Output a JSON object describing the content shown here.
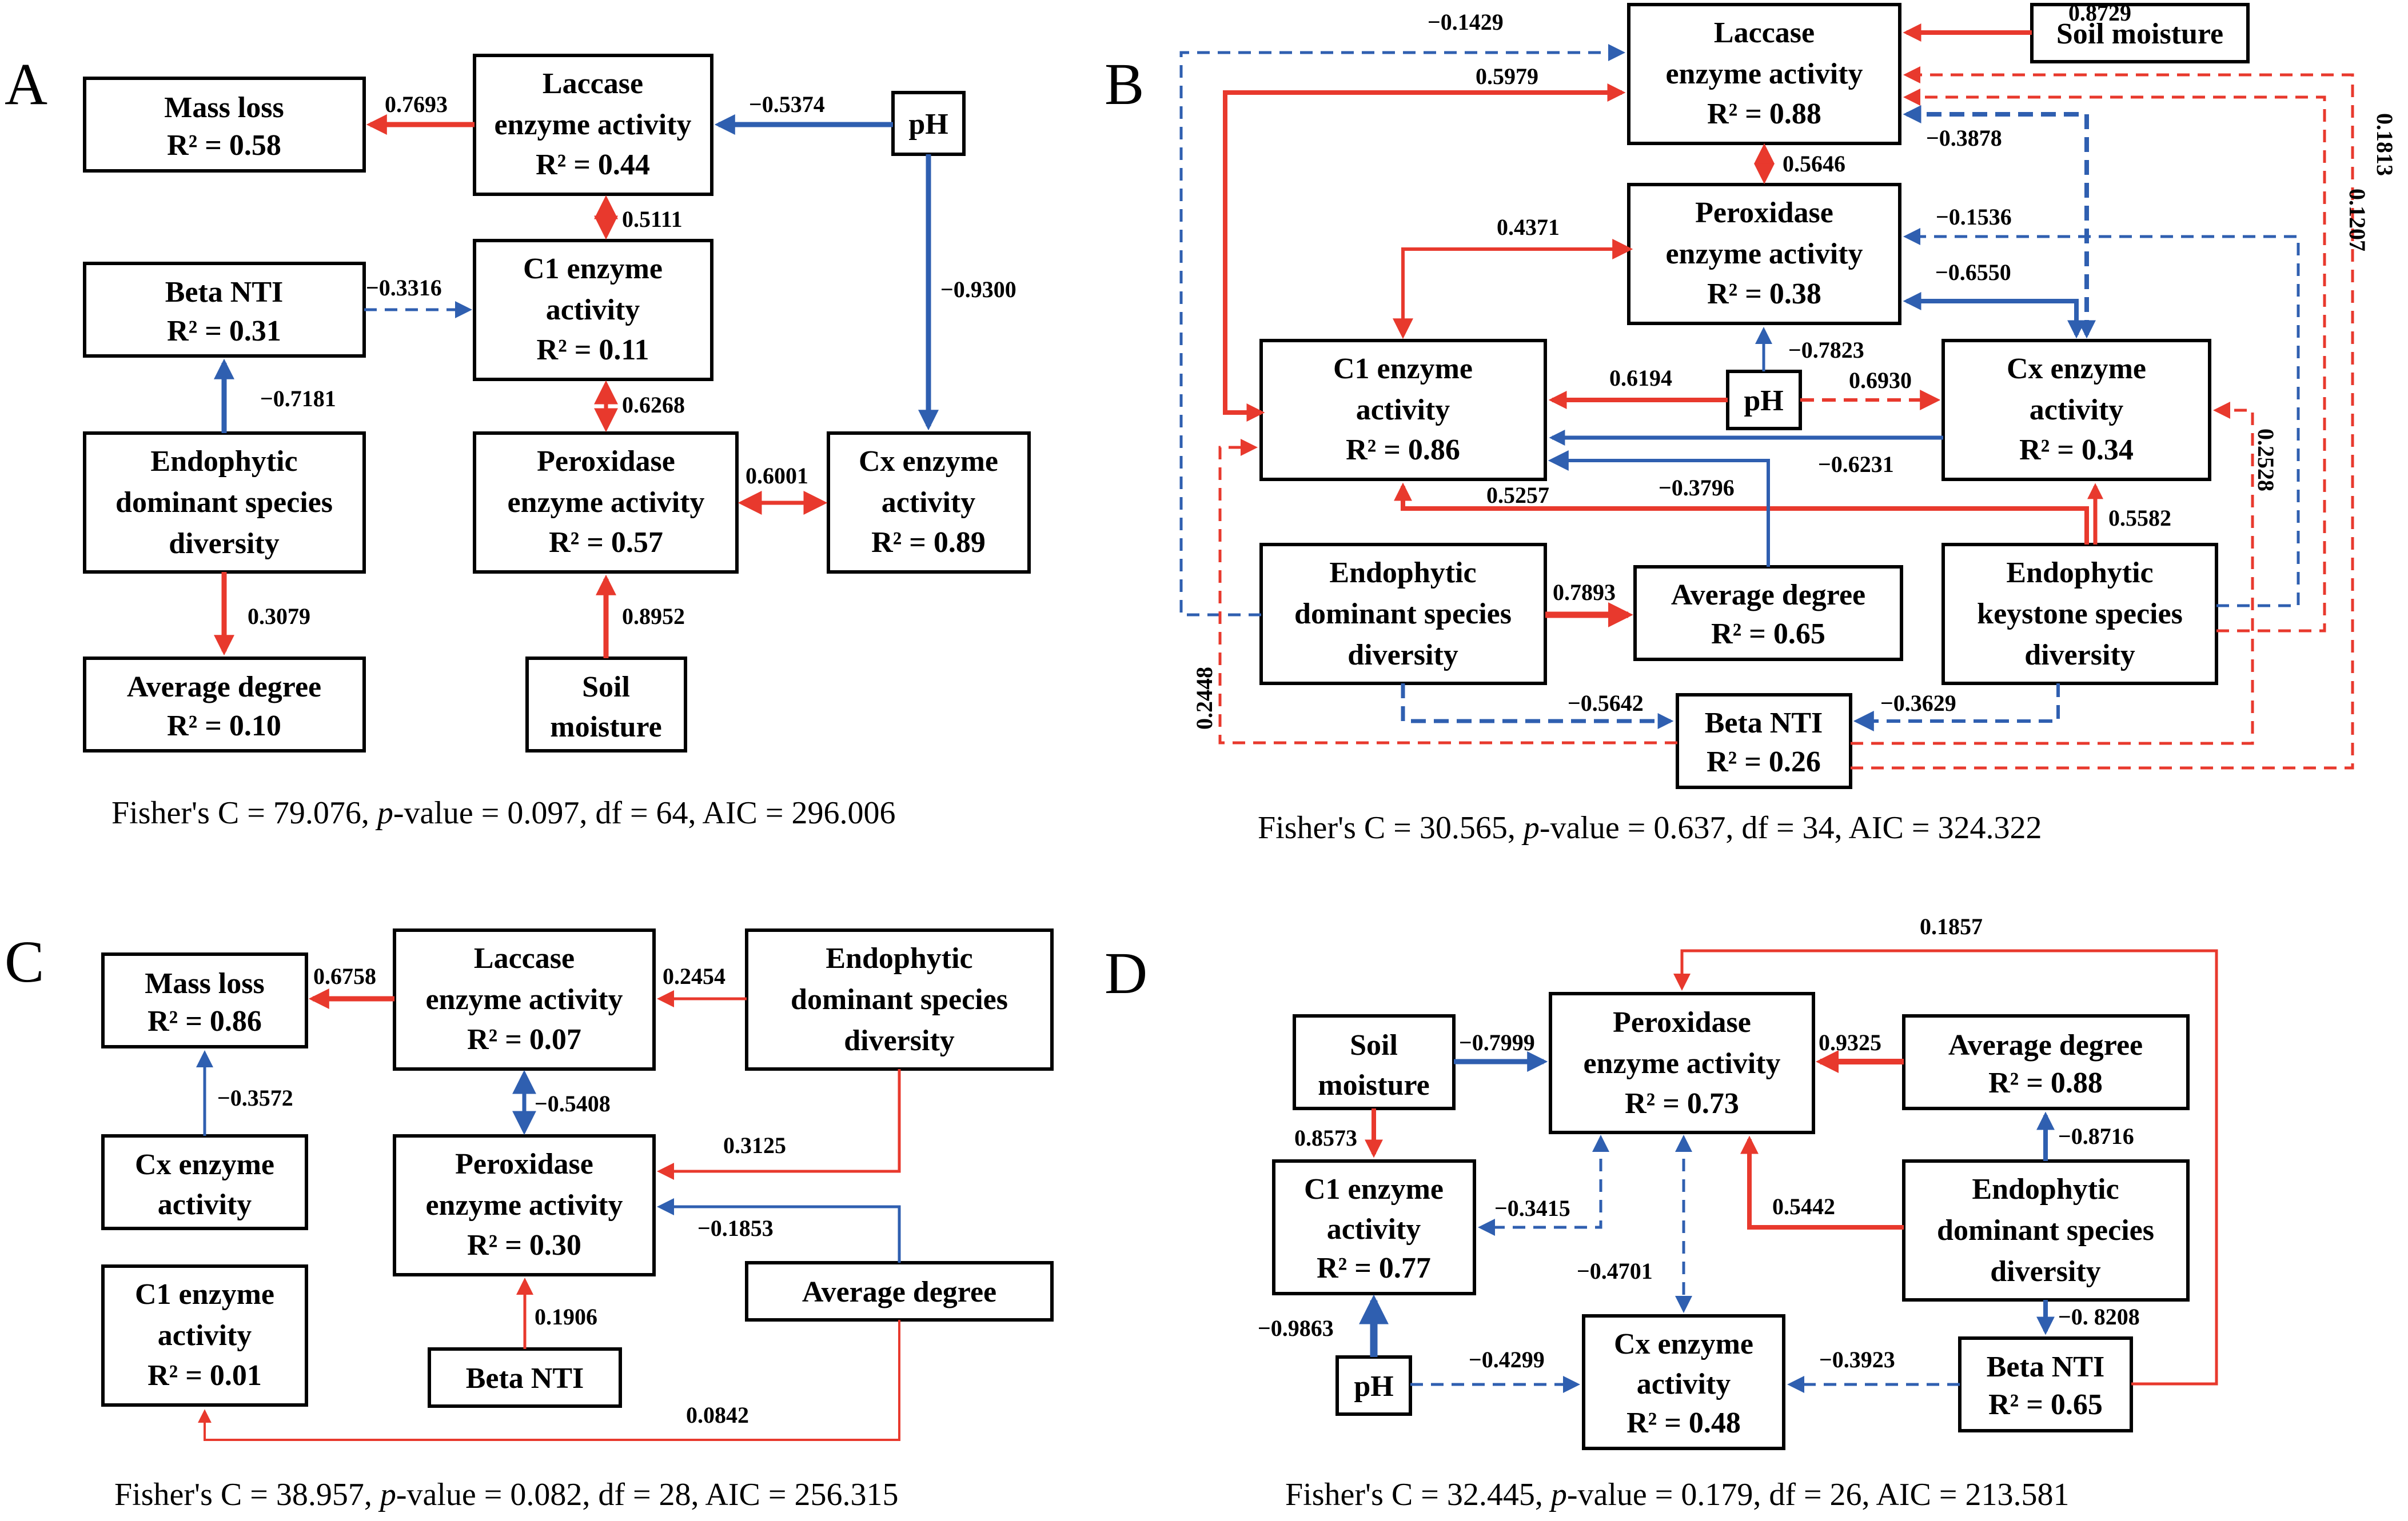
{
  "colors": {
    "positive": "#e8392d",
    "negative": "#2f5fb0",
    "box_stroke": "#000000"
  },
  "legend_note": "",
  "panels": {
    "A": {
      "label": "A",
      "stats": [
        "Fisher's C = 79.076, ",
        "p",
        "-value = 0.097, df = 64, AIC = 296.006"
      ],
      "boxes": {
        "mass": [
          "Mass loss",
          "R² = 0.58"
        ],
        "lac": [
          "Laccase",
          "enzyme activity",
          "R² = 0.44"
        ],
        "ph": [
          "pH"
        ],
        "beta": [
          "Beta NTI",
          "R² = 0.31"
        ],
        "c1": [
          "C1 enzyme",
          "activity",
          "R² = 0.11"
        ],
        "endo": [
          "Endophytic",
          "dominant species",
          "diversity"
        ],
        "per": [
          "Peroxidase",
          "enzyme activity",
          "R² = 0.57"
        ],
        "cx": [
          "Cx enzyme",
          "activity",
          "R² = 0.89"
        ],
        "avg": [
          "Average degree",
          "R² = 0.10"
        ],
        "soil": [
          "Soil",
          "moisture"
        ]
      },
      "paths": {
        "lac_mass": "0.7693",
        "ph_lac": "−0.5374",
        "lac_c1": "0.5111",
        "beta_c1": "−0.3316",
        "ph_cx": "−0.9300",
        "c1_per": "0.6268",
        "endo_beta": "−0.7181",
        "per_cx": "0.6001",
        "endo_avg": "0.3079",
        "soil_per": "0.8952"
      }
    },
    "B": {
      "label": "B",
      "stats": [
        "Fisher's C = 30.565, ",
        "p",
        "-value = 0.637, df = 34, AIC = 324.322"
      ],
      "boxes": {
        "lac": [
          "Laccase",
          "enzyme activity",
          "R² = 0.88"
        ],
        "soil": [
          "Soil moisture"
        ],
        "per": [
          "Peroxidase",
          "enzyme activity",
          "R² = 0.38"
        ],
        "c1": [
          "C1 enzyme",
          "activity",
          "R² = 0.86"
        ],
        "ph": [
          "pH"
        ],
        "cx": [
          "Cx enzyme",
          "activity",
          "R² = 0.34"
        ],
        "endo": [
          "Endophytic",
          "dominant species",
          "diversity"
        ],
        "avg": [
          "Average degree",
          "R² = 0.65"
        ],
        "key": [
          "Endophytic",
          "keystone species",
          "diversity"
        ],
        "beta": [
          "Beta NTI",
          "R² = 0.26"
        ]
      },
      "paths": {
        "soil_lac": "0.8729",
        "endo_lac": "−0.1429",
        "c1_lac": "0.5979",
        "lac_per": "0.5646",
        "cx_lac": "−0.3878",
        "per_c1": "0.4371",
        "key_per": "−0.1536",
        "cx_per": "−0.6550",
        "ph_per": "−0.7823",
        "ph_c1": "0.6194",
        "ph_cx": "0.6930",
        "cx_c1": "−0.6231",
        "key_c1": "0.5257",
        "avg_c1": "−0.3796",
        "key_cx": "0.5582",
        "endo_avg": "0.7893",
        "endo_beta": "−0.5642",
        "key_beta": "−0.3629",
        "beta_c1": "0.2448",
        "beta_lac": "0.1813",
        "key_lac": "0.1207",
        "beta_cx": "0.2528"
      }
    },
    "C": {
      "label": "C",
      "stats": [
        "Fisher's C = 38.957, ",
        "p",
        "-value = 0.082, df = 28, AIC = 256.315"
      ],
      "boxes": {
        "mass": [
          "Mass loss",
          "R² = 0.86"
        ],
        "lac": [
          "Laccase",
          "enzyme activity",
          "R² = 0.07"
        ],
        "endo": [
          "Endophytic",
          "dominant species",
          "diversity"
        ],
        "cx": [
          "Cx enzyme",
          "activity"
        ],
        "per": [
          "Peroxidase",
          "enzyme activity",
          "R² = 0.30"
        ],
        "avg": [
          "Average degree"
        ],
        "c1": [
          "C1 enzyme",
          "activity",
          "R² = 0.01"
        ],
        "beta": [
          "Beta NTI"
        ]
      },
      "paths": {
        "lac_mass": "0.6758",
        "endo_lac": "0.2454",
        "cx_mass": "−0.3572",
        "lac_per": "−0.5408",
        "endo_per": "0.3125",
        "avg_per": "−0.1853",
        "beta_per": "0.1906",
        "avg_c1": "0.0842"
      }
    },
    "D": {
      "label": "D",
      "stats": [
        "Fisher's C = 32.445, ",
        "p",
        "-value = 0.179, df = 26, AIC = 213.581"
      ],
      "boxes": {
        "soil": [
          "Soil",
          "moisture"
        ],
        "per": [
          "Peroxidase",
          "enzyme activity",
          "R² = 0.73"
        ],
        "avg": [
          "Average degree",
          "R² = 0.88"
        ],
        "c1": [
          "C1 enzyme",
          "activity",
          "R² = 0.77"
        ],
        "endo": [
          "Endophytic",
          "dominant species",
          "diversity"
        ],
        "ph": [
          "pH"
        ],
        "cx": [
          "Cx enzyme",
          "activity",
          "R² = 0.48"
        ],
        "beta": [
          "Beta NTI",
          "R² = 0.65"
        ]
      },
      "paths": {
        "beta_per": "0.1857",
        "soil_per": "−0.7999",
        "avg_per": "0.9325",
        "soil_c1": "0.8573",
        "endo_avg": "−0.8716",
        "per_c1": "−0.3415",
        "endo_per": "0.5442",
        "per_cx": "−0.4701",
        "ph_c1": "−0.9863",
        "endo_beta": "−0. 8208",
        "ph_cx": "−0.4299",
        "beta_cx": "−0.3923"
      }
    }
  }
}
